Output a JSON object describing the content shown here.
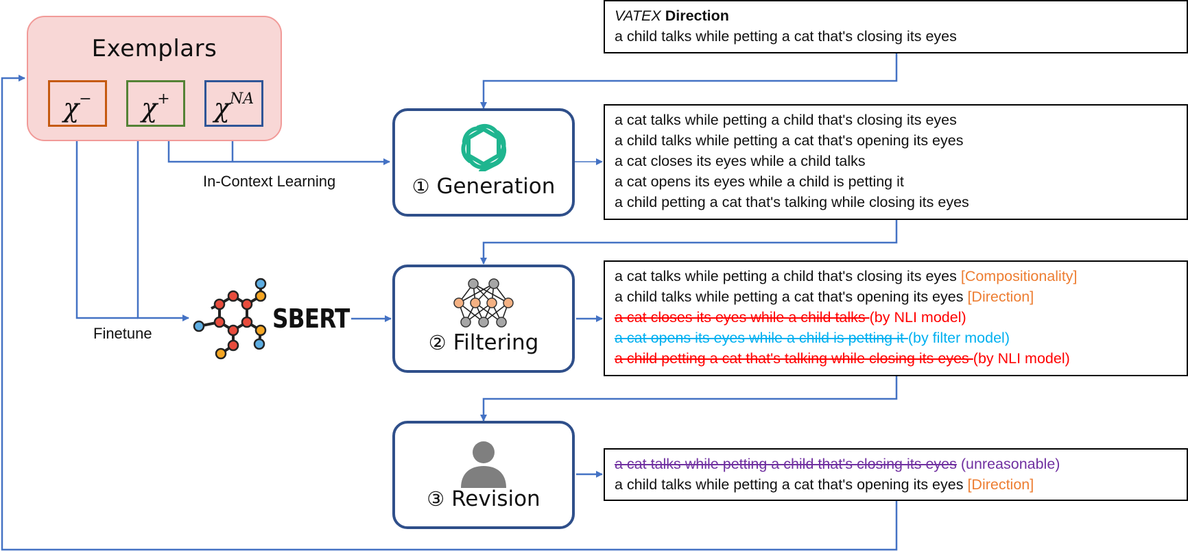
{
  "exemplars": {
    "title": "Exemplars",
    "items": [
      {
        "symbol": "χ",
        "sup": "−"
      },
      {
        "symbol": "χ",
        "sup": "+"
      },
      {
        "symbol": "χ",
        "sup": "NA"
      }
    ]
  },
  "labels": {
    "in_context_learning": "In-Context Learning",
    "finetune": "Finetune",
    "sbert": "SBERT"
  },
  "steps": [
    {
      "num": "①",
      "name": "Generation",
      "icon": "openai-logo-icon"
    },
    {
      "num": "②",
      "name": "Filtering",
      "icon": "neural-network-icon"
    },
    {
      "num": "③",
      "name": "Revision",
      "icon": "person-icon"
    }
  ],
  "source": {
    "dataset": "VATEX",
    "type": "Direction",
    "caption": "a child talks while petting a cat that's closing its eyes"
  },
  "generated": [
    "a cat talks while petting a child that's closing its eyes",
    "a child talks while petting a cat that's opening its eyes",
    "a cat closes its eyes while a child talks",
    "a cat opens its eyes while a child is petting it",
    "a child petting a cat that's talking while closing its eyes"
  ],
  "filtered": [
    {
      "text": "a cat talks while petting a child that's closing its eyes",
      "tag": "[Compositionality]"
    },
    {
      "text": "a child talks while petting a cat that's opening its eyes",
      "tag": "[Direction]"
    },
    {
      "text": "a cat closes its eyes while a child talks ",
      "tag": "(by NLI model)"
    },
    {
      "text": "a cat opens its eyes while a child is petting it ",
      "tag": "(by filter model)"
    },
    {
      "text": "a child petting a cat that's talking while closing its eyes ",
      "tag": "(by NLI model)"
    }
  ],
  "revised": [
    {
      "text": "a cat talks while petting a child that's closing its eyes",
      "tag": " (unreasonable)"
    },
    {
      "text": "a child talks while petting a cat that's opening its eyes ",
      "tag": "[Direction]"
    }
  ],
  "colors": {
    "arrow": "#4472c4",
    "step_border": "#2f4f8a",
    "tag_orange": "#ed7d31",
    "nli_red": "#ff0000",
    "filter_cyan": "#00b0f0",
    "unreasonable_purple": "#7030a0",
    "exemplar_fill": "#f8d7d6",
    "openai_green": "#1fb58f"
  }
}
